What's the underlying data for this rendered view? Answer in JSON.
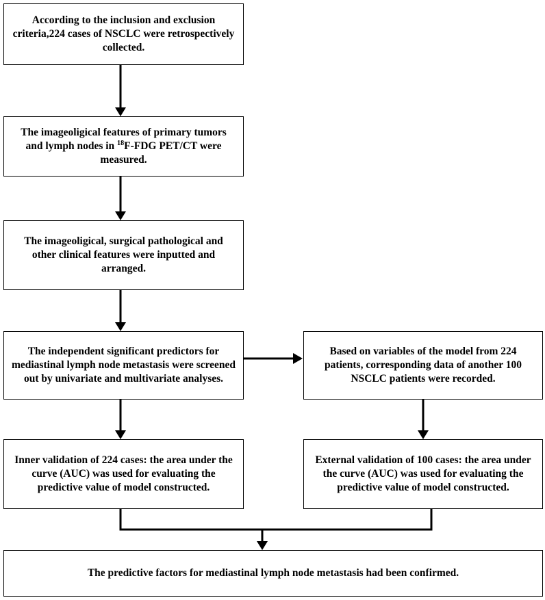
{
  "boxes": {
    "step1": "According to the inclusion and exclusion criteria,224 cases of NSCLC were retrospectively collected.",
    "step2_pre": "The imageoligical features of primary tumors and lymph nodes in ",
    "step2_sup": "18",
    "step2_post": "F-FDG PET/CT were measured.",
    "step3": "The imageoligical, surgical pathological and other clinical features were inputted and arranged.",
    "step4": "The independent significant predictors for mediastinal lymph node metastasis were screened out by univariate and multivariate analyses.",
    "step5_right": "Based on variables of the model from 224 patients, corresponding data of another 100 NSCLC patients were recorded.",
    "step6_inner": "Inner validation of 224 cases: the area under the curve (AUC) was used for evaluating the predictive value of model constructed.",
    "step6_external": "External validation of 100 cases: the area under the curve (AUC) was used for evaluating the predictive value of model constructed.",
    "final": "The predictive factors for mediastinal lymph node metastasis had been confirmed."
  },
  "colors": {
    "stroke": "#000000",
    "background": "#ffffff"
  }
}
